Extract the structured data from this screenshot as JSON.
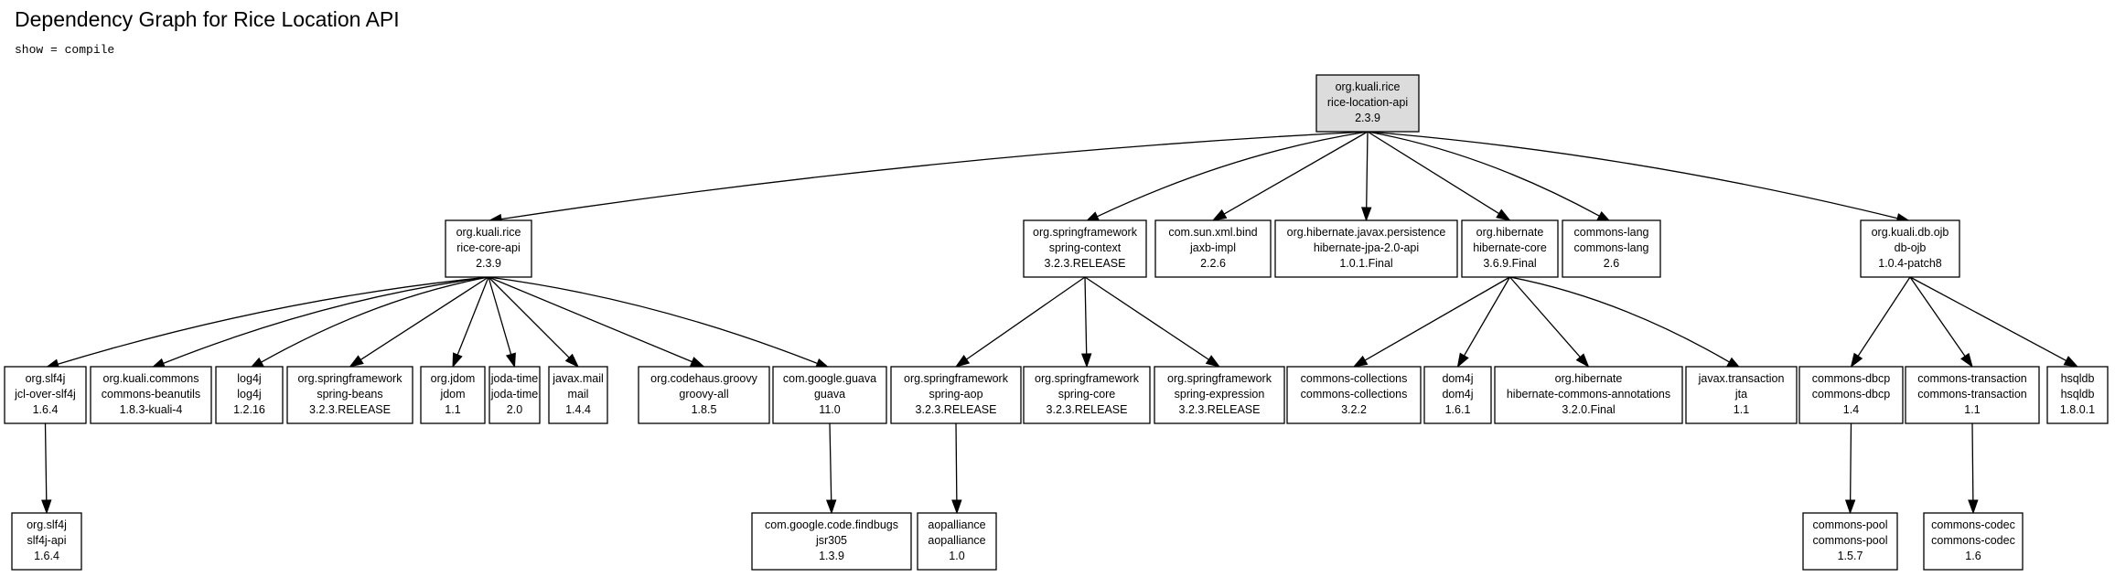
{
  "header": {
    "title": "Dependency Graph for Rice Location API",
    "subtitle": "show = compile"
  },
  "graph": {
    "nodes": [
      {
        "id": "rice-location-api",
        "lines": [
          "org.kuali.rice",
          "rice-location-api",
          "2.3.9"
        ],
        "root": true
      },
      {
        "id": "rice-core-api",
        "lines": [
          "org.kuali.rice",
          "rice-core-api",
          "2.3.9"
        ]
      },
      {
        "id": "spring-context",
        "lines": [
          "org.springframework",
          "spring-context",
          "3.2.3.RELEASE"
        ]
      },
      {
        "id": "jaxb-impl",
        "lines": [
          "com.sun.xml.bind",
          "jaxb-impl",
          "2.2.6"
        ]
      },
      {
        "id": "hibernate-jpa",
        "lines": [
          "org.hibernate.javax.persistence",
          "hibernate-jpa-2.0-api",
          "1.0.1.Final"
        ]
      },
      {
        "id": "hibernate-core",
        "lines": [
          "org.hibernate",
          "hibernate-core",
          "3.6.9.Final"
        ]
      },
      {
        "id": "commons-lang",
        "lines": [
          "commons-lang",
          "commons-lang",
          "2.6"
        ]
      },
      {
        "id": "db-ojb",
        "lines": [
          "org.kuali.db.ojb",
          "db-ojb",
          "1.0.4-patch8"
        ]
      },
      {
        "id": "jcl-over-slf4j",
        "lines": [
          "org.slf4j",
          "jcl-over-slf4j",
          "1.6.4"
        ]
      },
      {
        "id": "commons-beanutils",
        "lines": [
          "org.kuali.commons",
          "commons-beanutils",
          "1.8.3-kuali-4"
        ]
      },
      {
        "id": "log4j",
        "lines": [
          "log4j",
          "log4j",
          "1.2.16"
        ]
      },
      {
        "id": "spring-beans",
        "lines": [
          "org.springframework",
          "spring-beans",
          "3.2.3.RELEASE"
        ]
      },
      {
        "id": "jdom",
        "lines": [
          "org.jdom",
          "jdom",
          "1.1"
        ]
      },
      {
        "id": "joda-time",
        "lines": [
          "joda-time",
          "joda-time",
          "2.0"
        ]
      },
      {
        "id": "mail",
        "lines": [
          "javax.mail",
          "mail",
          "1.4.4"
        ]
      },
      {
        "id": "groovy-all",
        "lines": [
          "org.codehaus.groovy",
          "groovy-all",
          "1.8.5"
        ]
      },
      {
        "id": "guava",
        "lines": [
          "com.google.guava",
          "guava",
          "11.0"
        ]
      },
      {
        "id": "spring-aop",
        "lines": [
          "org.springframework",
          "spring-aop",
          "3.2.3.RELEASE"
        ]
      },
      {
        "id": "spring-core",
        "lines": [
          "org.springframework",
          "spring-core",
          "3.2.3.RELEASE"
        ]
      },
      {
        "id": "spring-expression",
        "lines": [
          "org.springframework",
          "spring-expression",
          "3.2.3.RELEASE"
        ]
      },
      {
        "id": "commons-collections",
        "lines": [
          "commons-collections",
          "commons-collections",
          "3.2.2"
        ]
      },
      {
        "id": "dom4j",
        "lines": [
          "dom4j",
          "dom4j",
          "1.6.1"
        ]
      },
      {
        "id": "hibernate-commons-annotations",
        "lines": [
          "org.hibernate",
          "hibernate-commons-annotations",
          "3.2.0.Final"
        ]
      },
      {
        "id": "jta",
        "lines": [
          "javax.transaction",
          "jta",
          "1.1"
        ]
      },
      {
        "id": "commons-dbcp",
        "lines": [
          "commons-dbcp",
          "commons-dbcp",
          "1.4"
        ]
      },
      {
        "id": "commons-transaction",
        "lines": [
          "commons-transaction",
          "commons-transaction",
          "1.1"
        ]
      },
      {
        "id": "hsqldb",
        "lines": [
          "hsqldb",
          "hsqldb",
          "1.8.0.1"
        ]
      },
      {
        "id": "slf4j-api",
        "lines": [
          "org.slf4j",
          "slf4j-api",
          "1.6.4"
        ]
      },
      {
        "id": "jsr305",
        "lines": [
          "com.google.code.findbugs",
          "jsr305",
          "1.3.9"
        ]
      },
      {
        "id": "aopalliance",
        "lines": [
          "aopalliance",
          "aopalliance",
          "1.0"
        ]
      },
      {
        "id": "commons-pool",
        "lines": [
          "commons-pool",
          "commons-pool",
          "1.5.7"
        ]
      },
      {
        "id": "commons-codec",
        "lines": [
          "commons-codec",
          "commons-codec",
          "1.6"
        ]
      }
    ],
    "edges": [
      [
        "rice-location-api",
        "rice-core-api"
      ],
      [
        "rice-location-api",
        "spring-context"
      ],
      [
        "rice-location-api",
        "jaxb-impl"
      ],
      [
        "rice-location-api",
        "hibernate-jpa"
      ],
      [
        "rice-location-api",
        "hibernate-core"
      ],
      [
        "rice-location-api",
        "commons-lang"
      ],
      [
        "rice-location-api",
        "db-ojb"
      ],
      [
        "rice-core-api",
        "jcl-over-slf4j"
      ],
      [
        "rice-core-api",
        "commons-beanutils"
      ],
      [
        "rice-core-api",
        "log4j"
      ],
      [
        "rice-core-api",
        "spring-beans"
      ],
      [
        "rice-core-api",
        "jdom"
      ],
      [
        "rice-core-api",
        "joda-time"
      ],
      [
        "rice-core-api",
        "mail"
      ],
      [
        "rice-core-api",
        "groovy-all"
      ],
      [
        "rice-core-api",
        "guava"
      ],
      [
        "spring-context",
        "spring-aop"
      ],
      [
        "spring-context",
        "spring-core"
      ],
      [
        "spring-context",
        "spring-expression"
      ],
      [
        "hibernate-core",
        "commons-collections"
      ],
      [
        "hibernate-core",
        "dom4j"
      ],
      [
        "hibernate-core",
        "hibernate-commons-annotations"
      ],
      [
        "hibernate-core",
        "jta"
      ],
      [
        "db-ojb",
        "commons-dbcp"
      ],
      [
        "db-ojb",
        "commons-transaction"
      ],
      [
        "db-ojb",
        "hsqldb"
      ],
      [
        "jcl-over-slf4j",
        "slf4j-api"
      ],
      [
        "guava",
        "jsr305"
      ],
      [
        "spring-aop",
        "aopalliance"
      ],
      [
        "commons-dbcp",
        "commons-pool"
      ],
      [
        "commons-transaction",
        "commons-codec"
      ]
    ]
  }
}
